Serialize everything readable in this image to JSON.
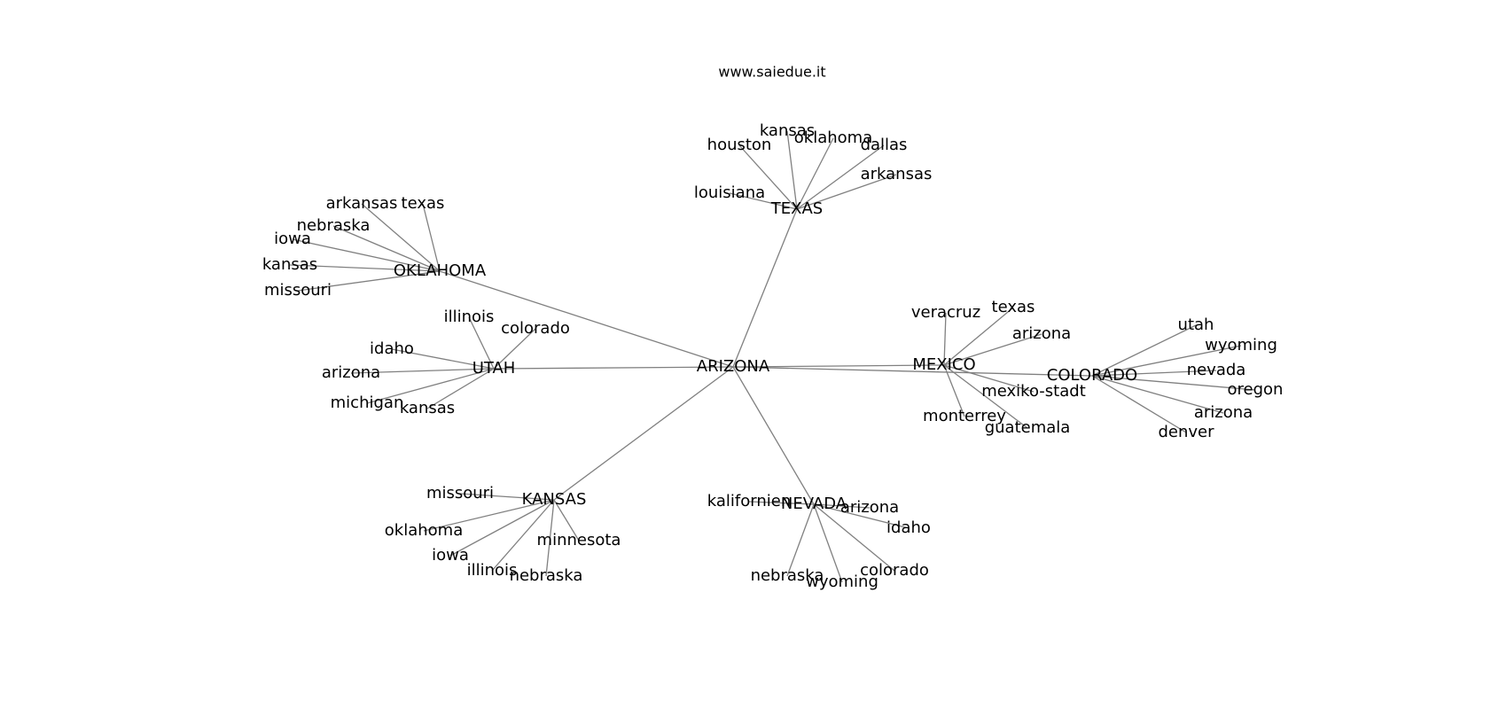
{
  "watermark": "www.saiedue.it",
  "nodes": [
    {
      "id": "ARIZONA",
      "label": "ARIZONA"
    },
    {
      "id": "TEXAS",
      "label": "TEXAS"
    },
    {
      "id": "OKLAHOMA",
      "label": "OKLAHOMA"
    },
    {
      "id": "UTAH",
      "label": "UTAH"
    },
    {
      "id": "KANSAS",
      "label": "KANSAS"
    },
    {
      "id": "NEVADA",
      "label": "NEVADA"
    },
    {
      "id": "MEXICO",
      "label": "MEXICO"
    },
    {
      "id": "COLORADO",
      "label": "COLORADO"
    },
    {
      "id": "tx_kansas",
      "label": "kansas"
    },
    {
      "id": "tx_oklahoma",
      "label": "oklahoma"
    },
    {
      "id": "tx_houston",
      "label": "houston"
    },
    {
      "id": "tx_dallas",
      "label": "dallas"
    },
    {
      "id": "tx_arkansas",
      "label": "arkansas"
    },
    {
      "id": "tx_louisiana",
      "label": "louisiana"
    },
    {
      "id": "ok_arkansas",
      "label": "arkansas"
    },
    {
      "id": "ok_texas",
      "label": "texas"
    },
    {
      "id": "ok_nebraska",
      "label": "nebraska"
    },
    {
      "id": "ok_iowa",
      "label": "iowa"
    },
    {
      "id": "ok_kansas",
      "label": "kansas"
    },
    {
      "id": "ok_missouri",
      "label": "missouri"
    },
    {
      "id": "ut_illinois",
      "label": "illinois"
    },
    {
      "id": "ut_colorado",
      "label": "colorado"
    },
    {
      "id": "ut_idaho",
      "label": "idaho"
    },
    {
      "id": "ut_arizona",
      "label": "arizona"
    },
    {
      "id": "ut_michigan",
      "label": "michigan"
    },
    {
      "id": "ut_kansas",
      "label": "kansas"
    },
    {
      "id": "ks_missouri",
      "label": "missouri"
    },
    {
      "id": "ks_oklahoma",
      "label": "oklahoma"
    },
    {
      "id": "ks_iowa",
      "label": "iowa"
    },
    {
      "id": "ks_illinois",
      "label": "illinois"
    },
    {
      "id": "ks_nebraska",
      "label": "nebraska"
    },
    {
      "id": "ks_minnesota",
      "label": "minnesota"
    },
    {
      "id": "nv_kalifornien",
      "label": "kalifornien"
    },
    {
      "id": "nv_arizona",
      "label": "arizona"
    },
    {
      "id": "nv_idaho",
      "label": "idaho"
    },
    {
      "id": "nv_colorado",
      "label": "colorado"
    },
    {
      "id": "nv_nebraska",
      "label": "nebraska"
    },
    {
      "id": "nv_wyoming",
      "label": "wyoming"
    },
    {
      "id": "mx_veracruz",
      "label": "veracruz"
    },
    {
      "id": "mx_texas",
      "label": "texas"
    },
    {
      "id": "mx_arizona",
      "label": "arizona"
    },
    {
      "id": "mx_mexiko",
      "label": "mexiko-stadt"
    },
    {
      "id": "mx_monterrey",
      "label": "monterrey"
    },
    {
      "id": "mx_guatemala",
      "label": "guatemala"
    },
    {
      "id": "co_utah",
      "label": "utah"
    },
    {
      "id": "co_wyoming",
      "label": "wyoming"
    },
    {
      "id": "co_nevada",
      "label": "nevada"
    },
    {
      "id": "co_oregon",
      "label": "oregon"
    },
    {
      "id": "co_arizona",
      "label": "arizona"
    },
    {
      "id": "co_denver",
      "label": "denver"
    }
  ],
  "edges": [
    [
      "ARIZONA",
      "TEXAS"
    ],
    [
      "ARIZONA",
      "OKLAHOMA"
    ],
    [
      "ARIZONA",
      "UTAH"
    ],
    [
      "ARIZONA",
      "KANSAS"
    ],
    [
      "ARIZONA",
      "NEVADA"
    ],
    [
      "ARIZONA",
      "MEXICO"
    ],
    [
      "ARIZONA",
      "COLORADO"
    ],
    [
      "TEXAS",
      "tx_kansas"
    ],
    [
      "TEXAS",
      "tx_oklahoma"
    ],
    [
      "TEXAS",
      "tx_houston"
    ],
    [
      "TEXAS",
      "tx_dallas"
    ],
    [
      "TEXAS",
      "tx_arkansas"
    ],
    [
      "TEXAS",
      "tx_louisiana"
    ],
    [
      "OKLAHOMA",
      "ok_arkansas"
    ],
    [
      "OKLAHOMA",
      "ok_texas"
    ],
    [
      "OKLAHOMA",
      "ok_nebraska"
    ],
    [
      "OKLAHOMA",
      "ok_iowa"
    ],
    [
      "OKLAHOMA",
      "ok_kansas"
    ],
    [
      "OKLAHOMA",
      "ok_missouri"
    ],
    [
      "UTAH",
      "ut_illinois"
    ],
    [
      "UTAH",
      "ut_colorado"
    ],
    [
      "UTAH",
      "ut_idaho"
    ],
    [
      "UTAH",
      "ut_arizona"
    ],
    [
      "UTAH",
      "ut_michigan"
    ],
    [
      "UTAH",
      "ut_kansas"
    ],
    [
      "KANSAS",
      "ks_missouri"
    ],
    [
      "KANSAS",
      "ks_oklahoma"
    ],
    [
      "KANSAS",
      "ks_iowa"
    ],
    [
      "KANSAS",
      "ks_illinois"
    ],
    [
      "KANSAS",
      "ks_nebraska"
    ],
    [
      "KANSAS",
      "ks_minnesota"
    ],
    [
      "NEVADA",
      "nv_kalifornien"
    ],
    [
      "NEVADA",
      "nv_arizona"
    ],
    [
      "NEVADA",
      "nv_idaho"
    ],
    [
      "NEVADA",
      "nv_colorado"
    ],
    [
      "NEVADA",
      "nv_nebraska"
    ],
    [
      "NEVADA",
      "nv_wyoming"
    ],
    [
      "MEXICO",
      "mx_veracruz"
    ],
    [
      "MEXICO",
      "mx_texas"
    ],
    [
      "MEXICO",
      "mx_arizona"
    ],
    [
      "MEXICO",
      "mx_mexiko"
    ],
    [
      "MEXICO",
      "mx_monterrey"
    ],
    [
      "MEXICO",
      "mx_guatemala"
    ],
    [
      "COLORADO",
      "co_utah"
    ],
    [
      "COLORADO",
      "co_wyoming"
    ],
    [
      "COLORADO",
      "co_nevada"
    ],
    [
      "COLORADO",
      "co_oregon"
    ],
    [
      "COLORADO",
      "co_arizona"
    ],
    [
      "COLORADO",
      "co_denver"
    ]
  ],
  "colors": {
    "edge": "#808080",
    "text": "#000000",
    "background": "#ffffff"
  }
}
